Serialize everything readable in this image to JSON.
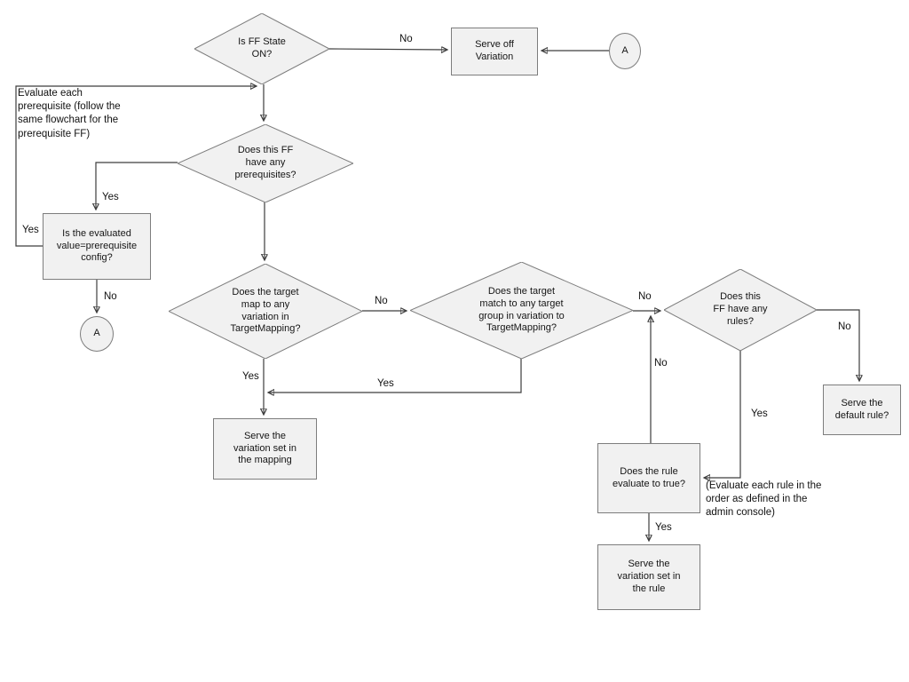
{
  "colors": {
    "background": "#ffffff",
    "node_fill": "#f1f1f1",
    "node_stroke": "#7d7d7d",
    "line": "#3d3d3d",
    "text": "#111111"
  },
  "nodes": {
    "is_ff_state_on": {
      "type": "decision",
      "label": "Is FF State\nON?"
    },
    "serve_off_variation": {
      "type": "process",
      "label": "Serve off\nVariation"
    },
    "connector_a_top": {
      "type": "connector",
      "label": "A"
    },
    "has_prerequisites": {
      "type": "decision",
      "label": "Does this FF\nhave any\nprerequisites?"
    },
    "evaluated_value_config": {
      "type": "process",
      "label": "Is the evaluated\nvalue=prerequisite\nconfig?"
    },
    "connector_a_left": {
      "type": "connector",
      "label": "A"
    },
    "target_map_variation": {
      "type": "decision",
      "label": "Does the target\nmap to any\nvariation in\nTargetMapping?"
    },
    "target_match_group": {
      "type": "decision",
      "label": "Does the target\nmatch to any target\ngroup in variation to\nTargetMapping?"
    },
    "has_rules": {
      "type": "decision",
      "label": "Does this\nFF have any\nrules?"
    },
    "serve_variation_mapping": {
      "type": "process",
      "label": "Serve the\nvariation set in\nthe mapping"
    },
    "serve_default_rule": {
      "type": "process",
      "label": "Serve the\ndefault rule?"
    },
    "rule_evaluates_true": {
      "type": "process",
      "label": "Does the rule\nevaluate to true?"
    },
    "serve_variation_rule": {
      "type": "process",
      "label": "Serve the\nvariation set in\nthe rule"
    }
  },
  "notes": {
    "evaluate_prerequisite": "Evaluate each\nprerequisite (follow the\nsame flowchart for the\nprerequisite FF)",
    "evaluate_rules": "(Evaluate each rule in the\norder as defined in the\nadmin console)"
  },
  "edge_labels": {
    "ff_state_no": "No",
    "loopback_yes": "Yes",
    "prerequisites_yes": "Yes",
    "evaluated_no": "No",
    "target_map_no": "No",
    "target_match_no": "No",
    "rules_no": "No",
    "rules_yes": "Yes",
    "rule_eval_no": "No",
    "rule_eval_yes": "Yes",
    "target_map_yes": "Yes",
    "target_match_yes": "Yes"
  }
}
